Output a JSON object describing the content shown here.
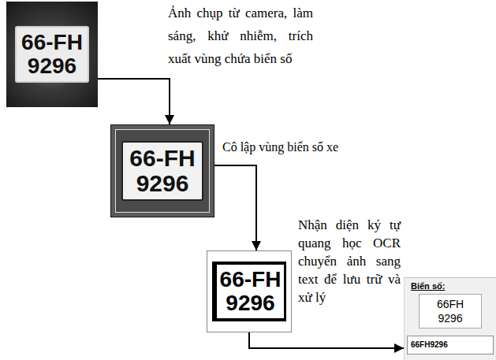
{
  "diagram": {
    "nodes": [
      {
        "text": [
          "66-FH 9296"
        ]
      },
      {
        "text": [
          "66-FH 9296"
        ]
      },
      {
        "text": [
          "66-FH 9296"
        ]
      },
      {
        "text": [
          "Biển số:"
        ]
      },
      {
        "text": [
          "66FH 9296"
        ],
        "in": 3
      },
      {
        "text": [
          "66FH9296"
        ],
        "in": 3
      }
    ],
    "edges": [
      {
        "from": 0,
        "to": 1,
        "arrow": "to"
      },
      {
        "from": 1,
        "to": 2,
        "arrow": "to"
      },
      {
        "from": 2,
        "to": 3,
        "arrow": "to"
      }
    ],
    "labels": [
      "Ảnh chụp từ camera, làm sáng, khử nhiễm, trích xuất vùng chứa biển số",
      "Cô lập vùng biển số xe",
      "Nhận diện ký tự quang học OCR chuyển ảnh sang text để lưu trữ và xử lý"
    ]
  }
}
